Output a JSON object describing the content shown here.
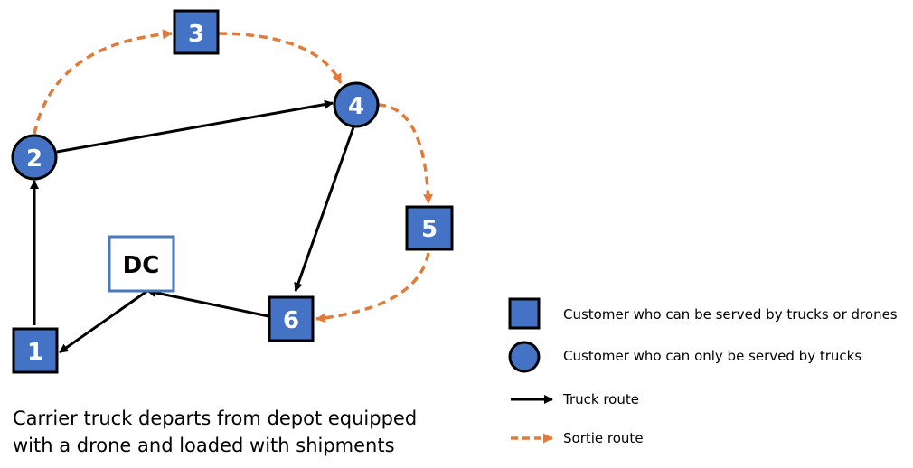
{
  "colors": {
    "node_fill": "#4472c4",
    "node_stroke": "#000000",
    "dc_stroke": "#4a78b8",
    "truck_route": "#000000",
    "sortie_route": "#e07b39"
  },
  "nodes": {
    "n1": {
      "label": "1",
      "shape": "square"
    },
    "n2": {
      "label": "2",
      "shape": "circle"
    },
    "n3": {
      "label": "3",
      "shape": "square"
    },
    "n4": {
      "label": "4",
      "shape": "circle"
    },
    "n5": {
      "label": "5",
      "shape": "square"
    },
    "n6": {
      "label": "6",
      "shape": "square"
    },
    "dc": {
      "label": "DC",
      "shape": "depot"
    }
  },
  "routes": {
    "truck": [
      [
        "n1",
        "n2"
      ],
      [
        "n2",
        "n4"
      ],
      [
        "n4",
        "n6"
      ],
      [
        "n6",
        "dc"
      ],
      [
        "dc",
        "n1"
      ]
    ],
    "sortie": [
      [
        "n2",
        "n3"
      ],
      [
        "n3",
        "n4"
      ],
      [
        "n4",
        "n5"
      ],
      [
        "n5",
        "n6"
      ]
    ]
  },
  "legend": {
    "square_label": "Customer who can be served by trucks or drones",
    "circle_label": "Customer who can only be served by trucks",
    "truck_label": "Truck route",
    "sortie_label": "Sortie route"
  },
  "caption": {
    "line1": "Carrier truck departs from depot equipped",
    "line2": "with a drone and loaded with shipments"
  }
}
